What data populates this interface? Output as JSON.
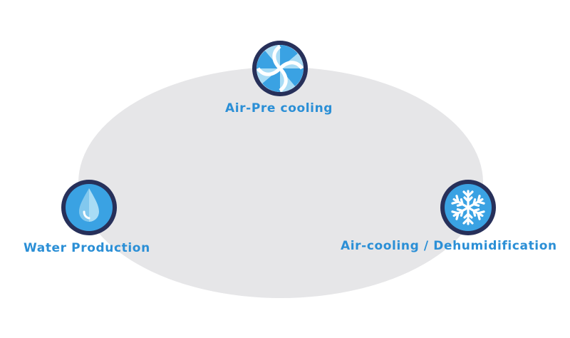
{
  "colors": {
    "accent": "#2b8fd6",
    "ring": "#27305a",
    "disc": "#3aa2e3",
    "ellipse": "#e6e6e8",
    "light": "#a9dcf5",
    "white": "#ffffff"
  },
  "nodes": {
    "fan": {
      "label": "Air-Pre cooling",
      "icon": "fan-icon"
    },
    "water": {
      "label": "Water Production",
      "icon": "water-drop-icon"
    },
    "snow": {
      "label": "Air-cooling / Dehumidification",
      "icon": "snowflake-icon"
    }
  }
}
